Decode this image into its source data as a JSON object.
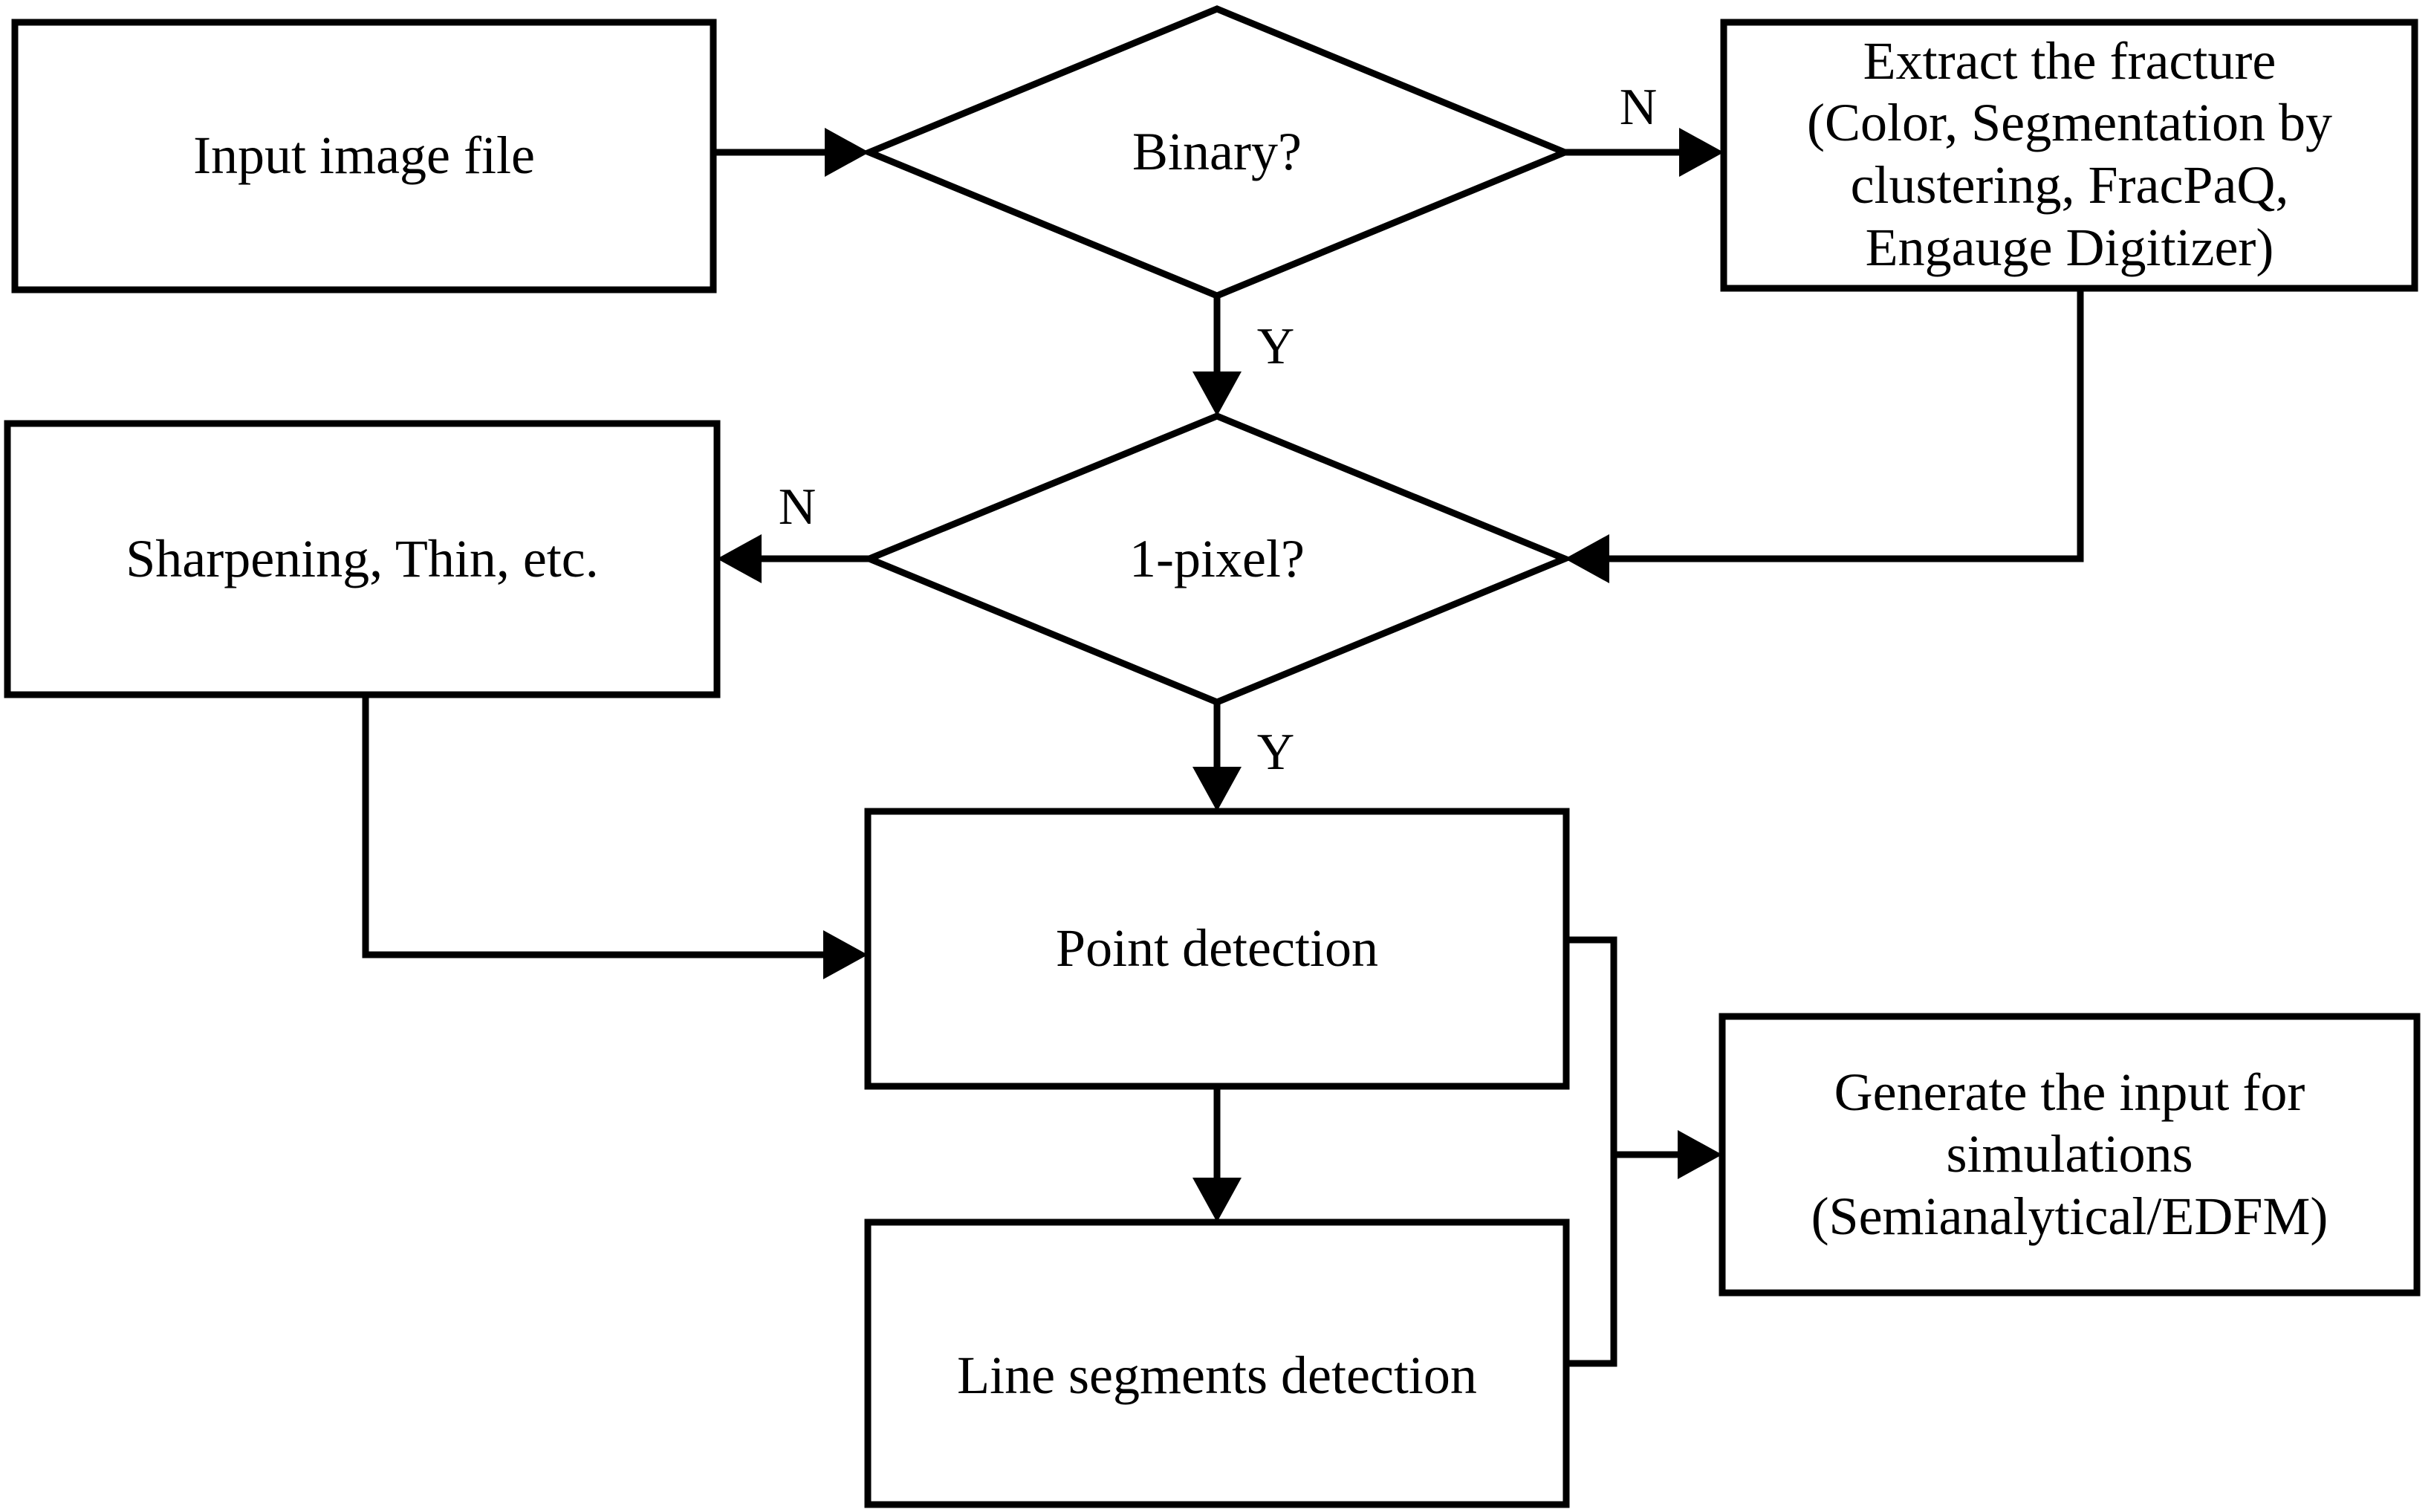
{
  "diagram": {
    "title": "Fracture image processing workflow flowchart",
    "background_color": "#ffffff",
    "line_color": "#000000",
    "text_color": "#000000"
  },
  "nodes": {
    "input_image_file": {
      "label": "Input image file",
      "shape": "process"
    },
    "binary_decision": {
      "label": "Binary?",
      "shape": "decision"
    },
    "extract_fracture": {
      "label": "Extract the fracture\n(Color, Segmentation by\nclustering, FracPaQ,\nEngauge Digitizer)",
      "shape": "process"
    },
    "one_pixel_decision": {
      "label": "1-pixel?",
      "shape": "decision"
    },
    "sharpening_thin": {
      "label": "Sharpening, Thin, etc.",
      "shape": "process"
    },
    "point_detection": {
      "label": "Point detection",
      "shape": "process"
    },
    "line_segments_detection": {
      "label": "Line segments detection",
      "shape": "process"
    },
    "generate_input": {
      "label": "Generate the input for\nsimulations\n(Semianalytical/EDFM)",
      "shape": "process"
    }
  },
  "edge_labels": {
    "binary_no": "N",
    "binary_yes": "Y",
    "one_pixel_no": "N",
    "one_pixel_yes": "Y"
  },
  "edges": [
    {
      "from": "input_image_file",
      "to": "binary_decision",
      "label": ""
    },
    {
      "from": "binary_decision",
      "to": "extract_fracture",
      "label": "N"
    },
    {
      "from": "binary_decision",
      "to": "one_pixel_decision",
      "label": "Y"
    },
    {
      "from": "extract_fracture",
      "to": "one_pixel_decision",
      "label": ""
    },
    {
      "from": "one_pixel_decision",
      "to": "sharpening_thin",
      "label": "N"
    },
    {
      "from": "one_pixel_decision",
      "to": "point_detection",
      "label": "Y"
    },
    {
      "from": "sharpening_thin",
      "to": "point_detection",
      "label": ""
    },
    {
      "from": "point_detection",
      "to": "line_segments_detection",
      "label": ""
    },
    {
      "from": "point_detection",
      "to": "generate_input",
      "label": ""
    },
    {
      "from": "line_segments_detection",
      "to": "generate_input",
      "label": ""
    }
  ]
}
